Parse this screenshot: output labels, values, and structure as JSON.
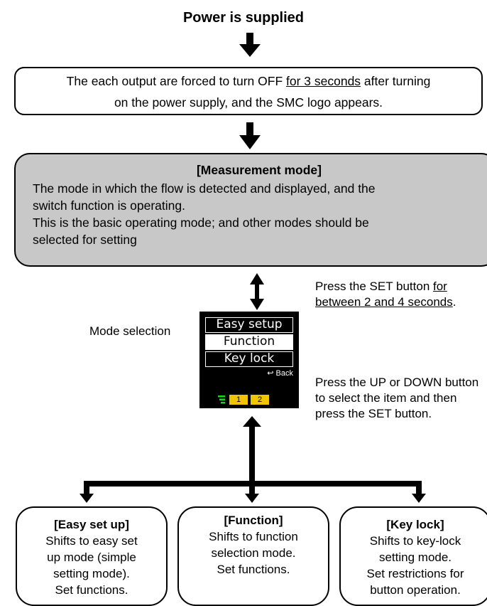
{
  "title": "Power is supplied",
  "startup": {
    "line1_pre": "The each output are forced to turn OFF ",
    "line1_underline": "for 3 seconds",
    "line1_post": " after turning",
    "line2": "on the power supply, and the SMC logo appears."
  },
  "measurement": {
    "heading": "[Measurement mode]",
    "line1": "The mode in which the flow is detected and displayed, and the",
    "line2": "switch function is operating.",
    "line3": "This is the basic operating mode; and other modes should be",
    "line4": "selected for setting"
  },
  "set_note": {
    "pre": "Press the SET button ",
    "underline": "for between 2 and 4 seconds",
    "post": "."
  },
  "mode_selection_label": "Mode selection",
  "updown_note": "Press the UP or DOWN button to select the item and then press the SET button.",
  "screen": {
    "items": [
      "Easy setup",
      "Function",
      "Key lock"
    ],
    "back_label": "↩ Back",
    "bar_labels": [
      "1",
      "2"
    ],
    "colors": {
      "background": "#000000",
      "bars": "#f2c400",
      "indicator": "#1bd41b"
    }
  },
  "boxes": [
    {
      "heading": "[Easy set up]",
      "lines": [
        "Shifts to easy set",
        "up mode (simple",
        "setting mode).",
        "Set functions."
      ]
    },
    {
      "heading": "[Function]",
      "lines": [
        "Shifts to function",
        "selection mode.",
        "Set functions."
      ]
    },
    {
      "heading": "[Key lock]",
      "lines": [
        "Shifts to key-lock",
        "setting mode.",
        "Set restrictions for",
        "button operation."
      ]
    }
  ],
  "colors": {
    "measurement_fill": "#c8c8c8",
    "stroke": "#000000"
  }
}
